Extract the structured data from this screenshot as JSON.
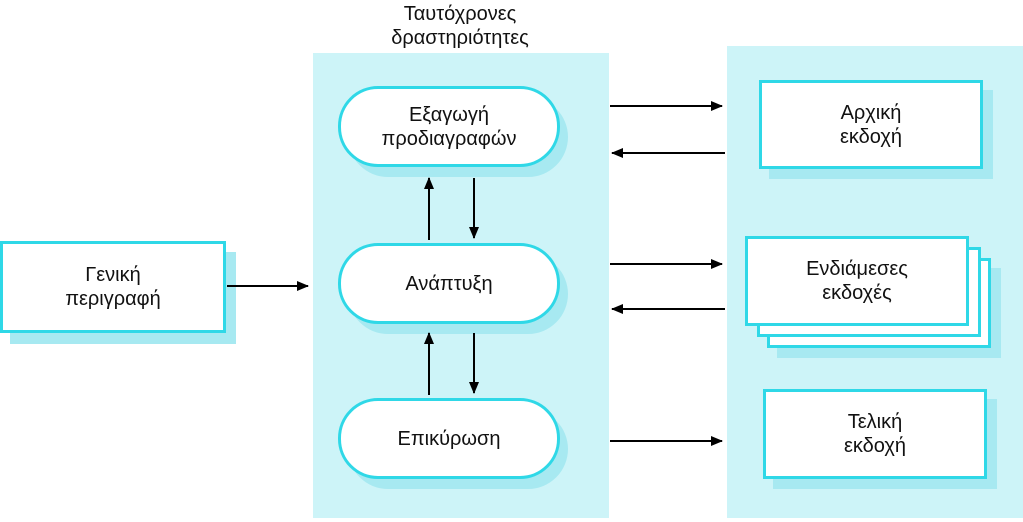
{
  "title": "Ταυτόχρονες\nδραστηριότητες",
  "general_description": "Γενική\nπεριγραφή",
  "activities": {
    "specification": "Εξαγωγή\nπροδιαγραφών",
    "development": "Ανάπτυξη",
    "validation": "Επικύρωση"
  },
  "versions": {
    "initial": "Αρχική\nεκδοχή",
    "intermediate": "Ενδιάμεσες\nεκδοχές",
    "final": "Τελική\nεκδοχή"
  },
  "colors": {
    "panel": "#cdf4f8",
    "border": "#2fd8e7",
    "shadow": "#a7e9f1"
  }
}
